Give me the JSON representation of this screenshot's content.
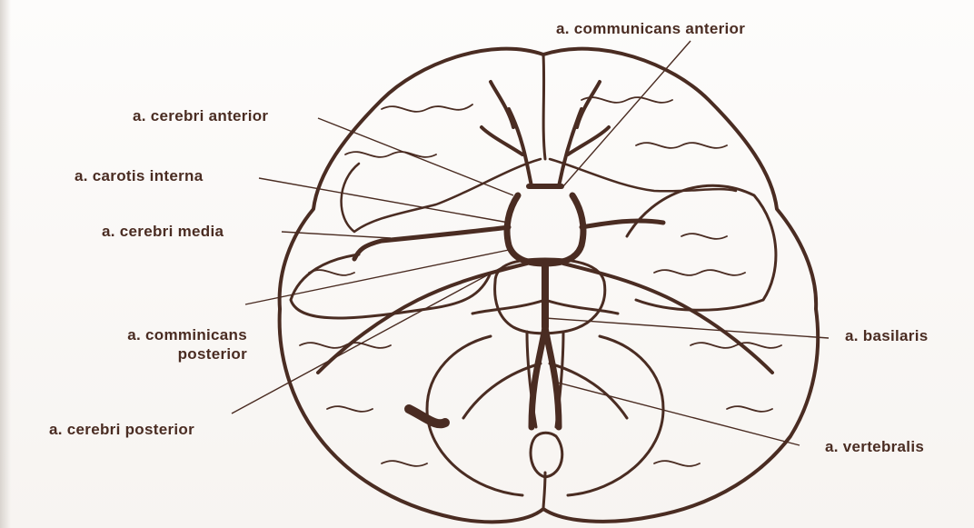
{
  "diagram": {
    "colors": {
      "ink": "#4a2c22",
      "paper": "#fbf9f7"
    },
    "labels": {
      "communicans_anterior": "a. communicans anterior",
      "cerebri_anterior": "a. cerebri anterior",
      "carotis_interna": "a. carotis interna",
      "cerebri_media": "a. cerebri media",
      "comminicans_posterior_line1": "a. comminicans",
      "comminicans_posterior_line2": "posterior",
      "cerebri_posterior": "a. cerebri posterior",
      "basilaris": "a. basilaris",
      "vertebralis": "a. vertebralis"
    }
  }
}
